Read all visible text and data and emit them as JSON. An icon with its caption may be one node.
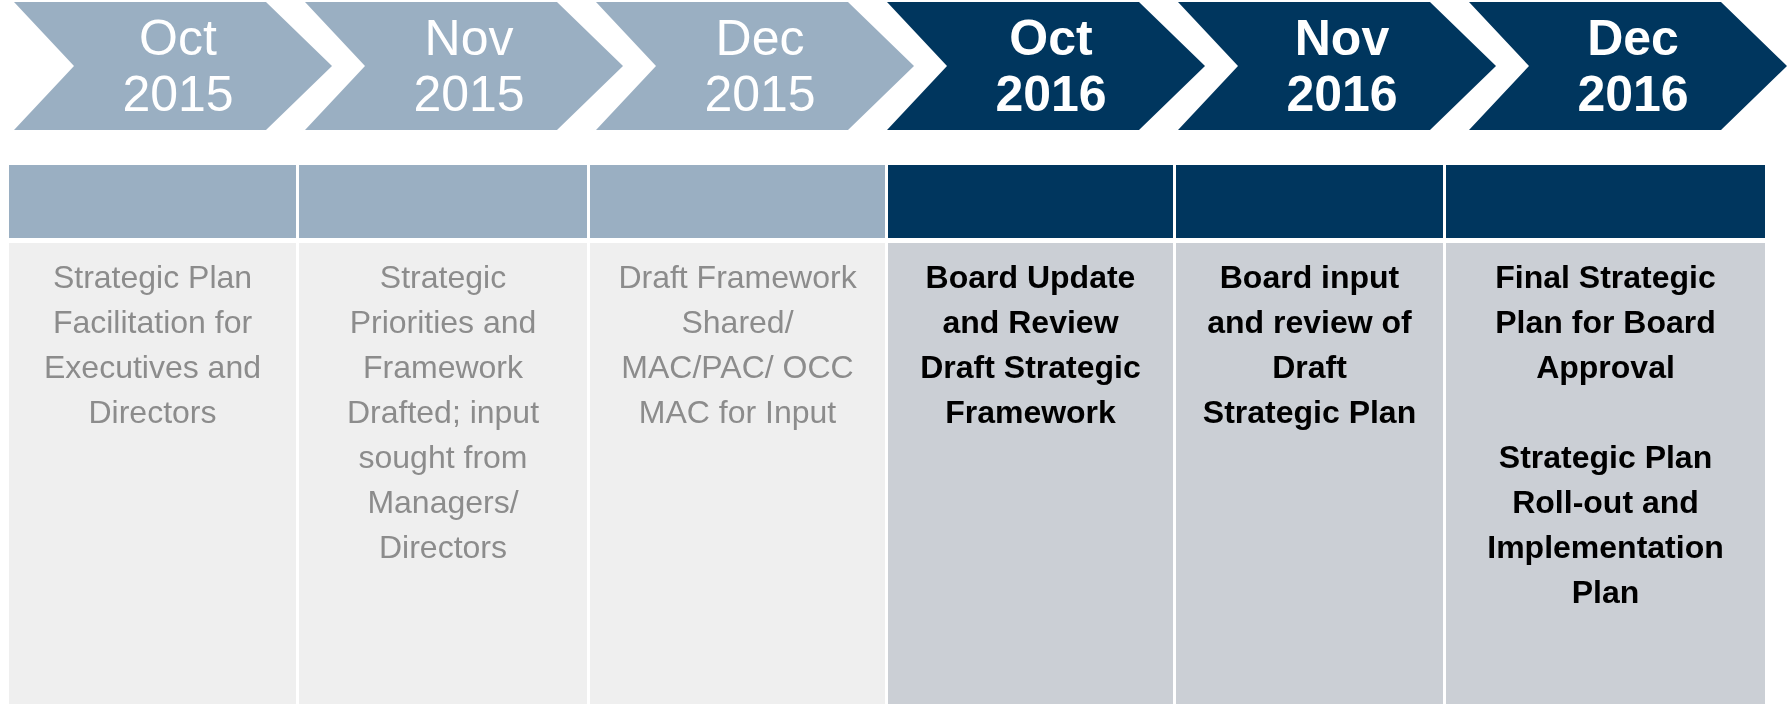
{
  "diagram": {
    "nodes": [
      {
        "text": [
          "Oct 2015"
        ]
      },
      {
        "text": [
          "Nov 2015"
        ]
      },
      {
        "text": [
          "Dec 2015"
        ]
      },
      {
        "text": [
          "Oct 2016"
        ]
      },
      {
        "text": [
          "Nov 2016"
        ]
      },
      {
        "text": [
          "Dec 2016"
        ]
      },
      {
        "text": [
          "Strategic Plan Facilitation for Executives and Directors"
        ]
      },
      {
        "text": [
          "Strategic Priorities and Framework Drafted; input sought from Managers/ Directors"
        ]
      },
      {
        "text": [
          "Draft Framework Shared/ MAC/PAC/ OCC MAC for Input"
        ]
      },
      {
        "text": [
          "Board Update and Review Draft Strategic Framework"
        ]
      },
      {
        "text": [
          "Board input and review of Draft Strategic Plan"
        ]
      },
      {
        "text": [
          "Final Strategic Plan for Board Approval",
          "Strategic Plan Roll-out and Implementation Plan"
        ]
      }
    ]
  }
}
